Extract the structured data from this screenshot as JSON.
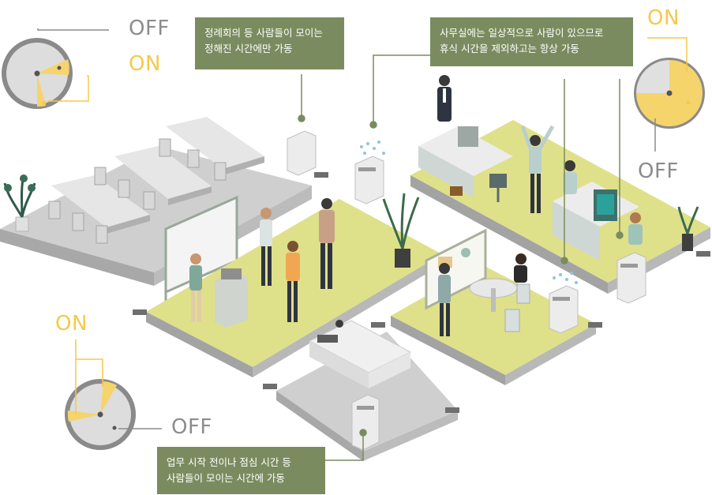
{
  "colors": {
    "callout_bg": "#7a8c5f",
    "callout_text": "#ffffff",
    "on": "#f5c94a",
    "off": "#8c8c8c",
    "floor_yellow": "#dfe08a",
    "floor_gray": "#bdbdbd",
    "line_green": "#7a8c5f"
  },
  "callouts": {
    "meeting": {
      "line1": "정례회의 등 사람들이 모이는",
      "line2": "정해진 시간에만 가동"
    },
    "office": {
      "line1": "사무실에는 일상적으로 사람이 있으므로",
      "line2": "휴식 시간을 제외하고는 항상 가동"
    },
    "pantry": {
      "line1": "업무 시작 전이나 점심 시간 등",
      "line2": "사람들이 모이는 시간에 가동"
    }
  },
  "clocks": {
    "top_left": {
      "off_label": "OFF",
      "on_label": "ON"
    },
    "top_right": {
      "on_label": "ON",
      "off_label": "OFF"
    },
    "bottom_left": {
      "on_label": "ON",
      "off_label": "OFF"
    }
  }
}
